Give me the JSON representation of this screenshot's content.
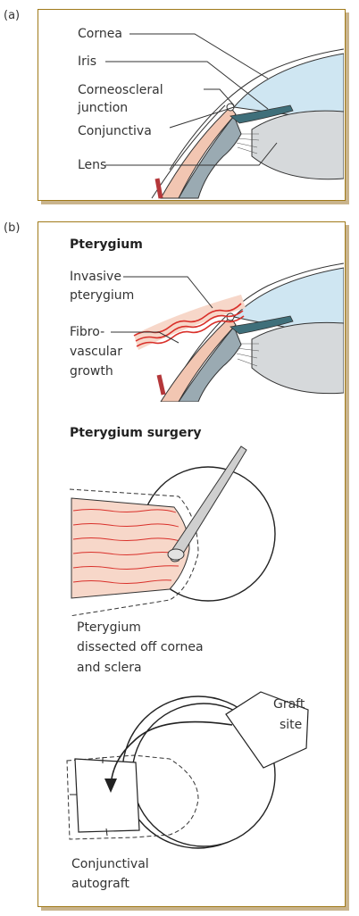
{
  "panel_a": {
    "tag": "(a)",
    "labels": {
      "cornea": "Cornea",
      "iris": "Iris",
      "corneoscleral_1": "Corneoscleral",
      "corneoscleral_2": "junction",
      "conjunctiva": "Conjunctiva",
      "lens": "Lens"
    }
  },
  "panel_b": {
    "tag": "(b)",
    "pterygium": {
      "heading": "Pterygium",
      "invasive_1": "Invasive",
      "invasive_2": "pterygium",
      "fibro_1": "Fibro-",
      "fibro_2": "vascular",
      "fibro_3": "growth"
    },
    "surgery": {
      "heading": "Pterygium surgery",
      "caption_1": "Pterygium",
      "caption_2": "dissected off cornea",
      "caption_3": "and sclera"
    },
    "graft": {
      "site_1": "Graft",
      "site_2": "site",
      "caption_1": "Conjunctival",
      "caption_2": "autograft"
    }
  },
  "colors": {
    "frame": "#a07a1a",
    "frame_shadow": "#c9b48c",
    "cornea_blue": "#cfe6f2",
    "iris_teal": "#3f6f7a",
    "sclera_peach": "#f2c6b2",
    "ciliary_grey": "#9aaab2",
    "lens_grey": "#d6d9db",
    "vessel_red": "#d9302a",
    "pterygium_pink": "#f7d7c9"
  }
}
